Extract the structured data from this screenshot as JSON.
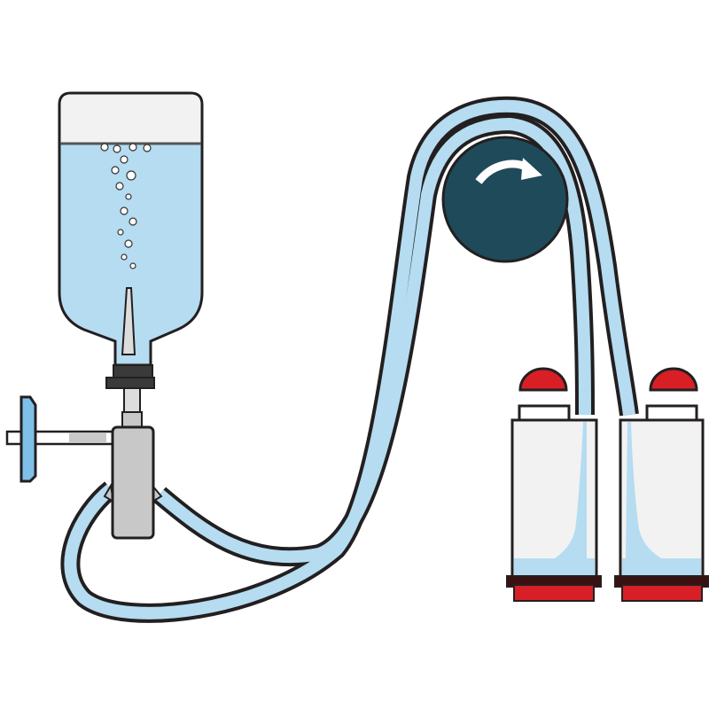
{
  "diagram": {
    "colors": {
      "outline": "#231f20",
      "liquid": "#b5dcf0",
      "tube": "#b5dcf0",
      "pump_roller": "#1f4a5a",
      "cap_red": "#d81f26",
      "stopcock_gray": "#c8c8c8",
      "bottle_air": "#f2f2f2"
    },
    "icons": [
      "rotation-arrow-icon"
    ],
    "components": [
      "source-bottle",
      "stopcock",
      "filter",
      "tubing",
      "peristaltic-pump",
      "collection-canister-left",
      "collection-canister-right"
    ]
  }
}
